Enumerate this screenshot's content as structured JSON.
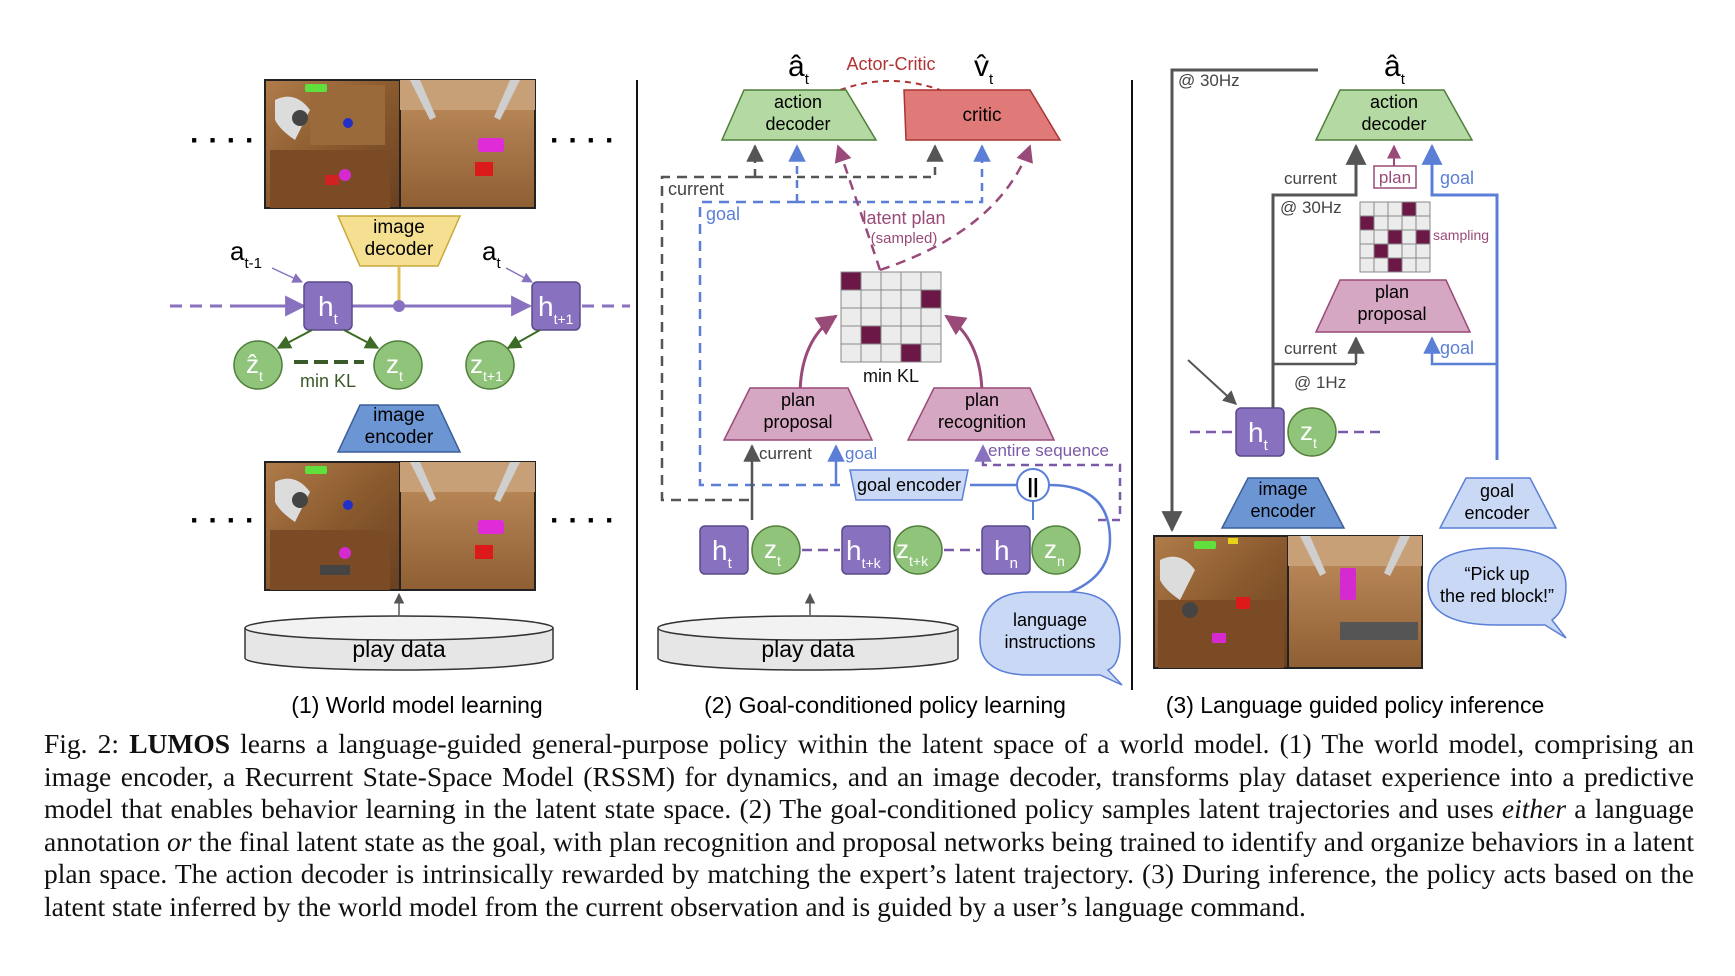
{
  "panel1": {
    "a_prev_sym": "a",
    "a_prev_sub": "t-1",
    "a_sym": "a",
    "a_sub": "t",
    "h_sym": "h",
    "h_sub": "t",
    "h_next_sym": "h",
    "h_next_sub": "t+1",
    "zhat_sym": "ẑ",
    "zhat_sub": "t",
    "z_sym": "z",
    "z_sub": "t",
    "z_next_sym": "z",
    "z_next_sub": "t+1",
    "min_kl": "min KL",
    "image_decoder_l1": "image",
    "image_decoder_l2": "decoder",
    "image_encoder_l1": "image",
    "image_encoder_l2": "encoder",
    "play_data": "play data",
    "title": "(1) World model learning"
  },
  "panel2": {
    "a_hat_sym": "â",
    "a_hat_sub": "t",
    "v_hat_sym": "v̂",
    "v_hat_sub": "t",
    "actor_critic": "Actor-Critic",
    "action_decoder_l1": "action",
    "action_decoder_l2": "decoder",
    "critic": "critic",
    "current": "current",
    "goal": "goal",
    "latent_plan": "latent plan",
    "sampled": "(sampled)",
    "min_kl": "min KL",
    "plan_proposal_l1": "plan",
    "plan_proposal_l2": "proposal",
    "plan_recognition_l1": "plan",
    "plan_recognition_l2": "recognition",
    "current2": "current",
    "goal2": "goal",
    "entire_sequence": "entire sequence",
    "goal_encoder": "goal encoder",
    "concat_symbol": "||",
    "h_t": {
      "sym": "h",
      "sub": "t"
    },
    "z_t": {
      "sym": "z",
      "sub": "t"
    },
    "h_tk": {
      "sym": "h",
      "sub": "t+k"
    },
    "z_tk": {
      "sym": "z",
      "sub": "t+k"
    },
    "h_n": {
      "sym": "h",
      "sub": "n"
    },
    "z_n": {
      "sym": "z",
      "sub": "n"
    },
    "language_l1": "language",
    "language_l2": "instructions",
    "play_data": "play data",
    "title": "(2) Goal-conditioned policy learning"
  },
  "panel3": {
    "hz30_top": "@ 30Hz",
    "a_hat_sym": "â",
    "a_hat_sub": "t",
    "action_decoder_l1": "action",
    "action_decoder_l2": "decoder",
    "current": "current",
    "plan": "plan",
    "goal": "goal",
    "hz30": "@ 30Hz",
    "sampling": "sampling",
    "plan_proposal_l1": "plan",
    "plan_proposal_l2": "proposal",
    "current2": "current",
    "goal2": "goal",
    "hz1": "@ 1Hz",
    "h_sym": "h",
    "h_sub": "t",
    "z_sym": "z",
    "z_sub": "t",
    "image_encoder_l1": "image",
    "image_encoder_l2": "encoder",
    "goal_encoder_l1": "goal",
    "goal_encoder_l2": "encoder",
    "speech_l1": "“Pick up",
    "speech_l2": "the red block!”",
    "title": "(3) Language guided policy inference"
  },
  "colors": {
    "purple": "#8872c0",
    "green": "#8fc47a",
    "blue_fill": "#6c95d4",
    "blue_line": "#5b7fd6",
    "red_fill": "#e07a78",
    "pink_fill": "#d6a7c2",
    "green_fill": "#b5d9a3",
    "yellow_fill": "#f5df90",
    "plum": "#9a4a78",
    "dark_plum": "#6b1847",
    "light_blue_fill": "#c9d8f4",
    "dark_red": "#b23333"
  },
  "caption": {
    "fig_label": "Fig. 2:",
    "name": "LUMOS",
    "text_1": " learns a language-guided general-purpose policy within the latent space of a world model. (1) The world model, comprising an image encoder, a Recurrent State-Space Model (RSSM) for dynamics, and an image decoder, transforms play dataset experience into a predictive model that enables behavior learning in the latent state space. (2) The goal-conditioned policy samples latent trajectories and uses ",
    "either": "either",
    "text_2": " a language annotation ",
    "or": "or",
    "text_3": " the final latent state as the goal, with plan recognition and proposal networks being trained to identify and organize behaviors in a latent plan space. The action decoder is intrinsically rewarded by matching the expert’s latent trajectory. (3) During inference, the policy acts based on the latent state inferred by the world model from the current observation and is guided by a user’s language command."
  }
}
